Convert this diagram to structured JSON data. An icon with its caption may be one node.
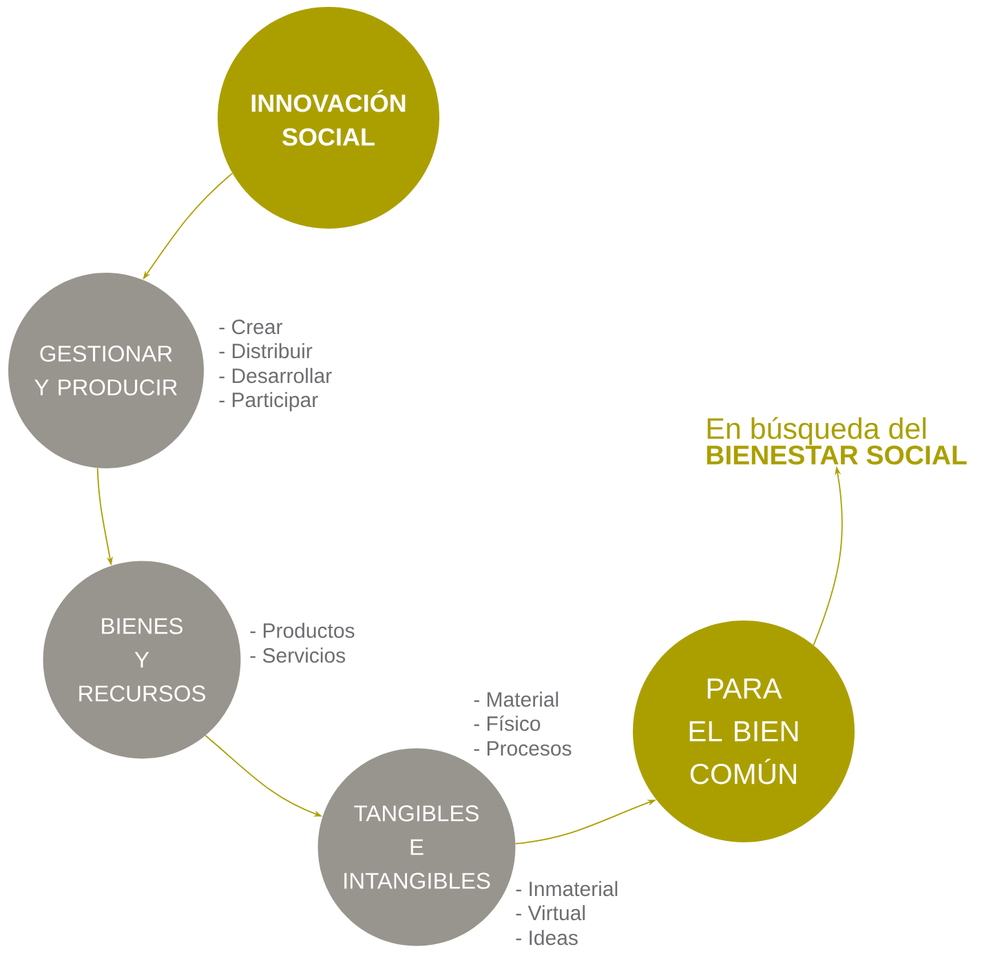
{
  "diagram": {
    "nodes": [
      {
        "text": [
          "INNOVACIÓN SOCIAL"
        ]
      },
      {
        "text": [
          "GESTIONAR Y PRODUCIR"
        ],
        "beside": [
          "- Crear",
          "- Distribuir",
          "- Desarrollar",
          "- Participar"
        ]
      },
      {
        "text": [
          "BIENES Y RECURSOS"
        ],
        "beside": [
          "- Productos",
          "- Servicios"
        ]
      },
      {
        "text": [
          "TANGIBLES E INTANGIBLES"
        ],
        "beside": [
          "- Material",
          "- Físico",
          "- Procesos",
          "- Inmaterial",
          "- Virtual",
          "- Ideas"
        ]
      },
      {
        "text": [
          "PARA EL BIEN COMÚN"
        ]
      },
      {
        "text": [
          "En búsqueda del",
          "BIENESTAR SOCIAL"
        ]
      }
    ],
    "edges": [
      {
        "from": 0,
        "to": 1,
        "arrow": "to"
      },
      {
        "from": 1,
        "to": 2,
        "arrow": "to"
      },
      {
        "from": 2,
        "to": 3,
        "arrow": "to"
      },
      {
        "from": 3,
        "to": 4,
        "arrow": "to"
      },
      {
        "from": 4,
        "to": 5,
        "arrow": "to"
      }
    ]
  }
}
